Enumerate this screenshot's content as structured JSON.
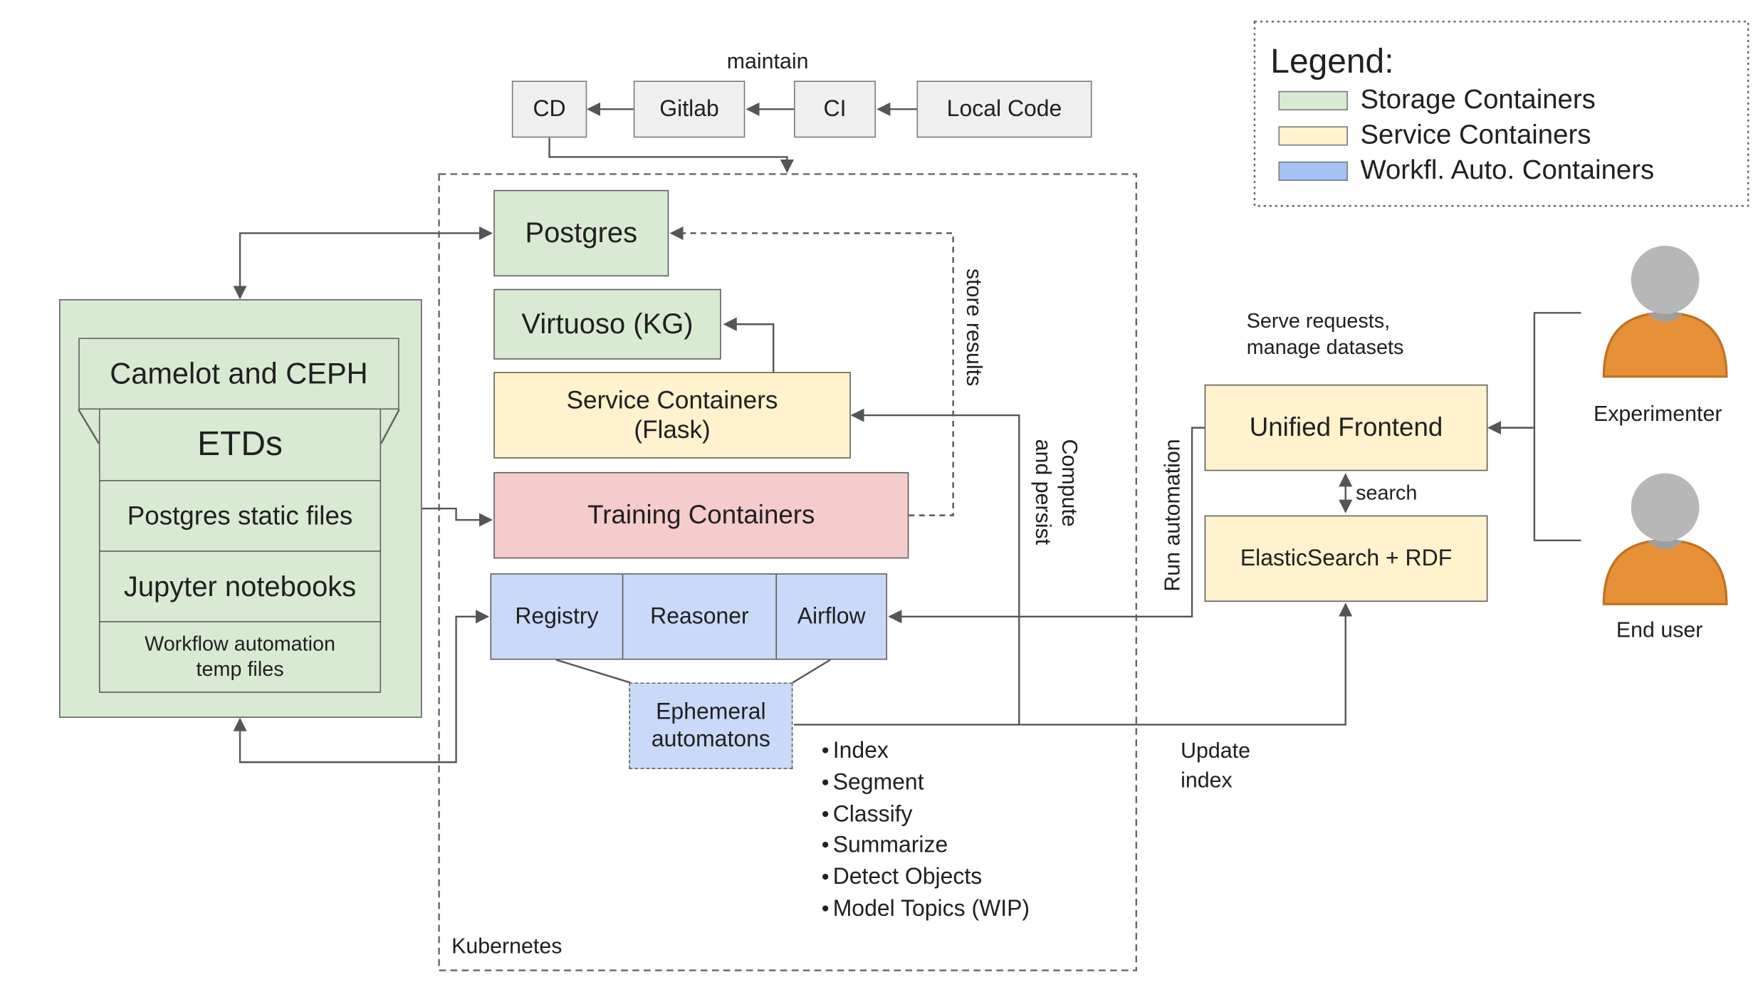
{
  "pipeline": {
    "cd": "CD",
    "gitlab": "Gitlab",
    "ci": "CI",
    "local_code": "Local Code",
    "maintain_label": "maintain"
  },
  "kubernetes": {
    "label": "Kubernetes",
    "postgres": "Postgres",
    "virtuoso": "Virtuoso (KG)",
    "service_line1": "Service Containers",
    "service_line2": "(Flask)",
    "training": "Training Containers",
    "registry": "Registry",
    "reasoner": "Reasoner",
    "airflow": "Airflow",
    "ephemeral_line1": "Ephemeral",
    "ephemeral_line2": "automatons",
    "tasks": [
      "Index",
      "Segment",
      "Classify",
      "Summarize",
      "Detect Objects",
      "Model Topics (WIP)"
    ],
    "store_results": "store results",
    "compute_line1": "Compute",
    "compute_line2": "and persist"
  },
  "storage": {
    "camelot": "Camelot and CEPH",
    "etds": "ETDs",
    "postgres_static": "Postgres static files",
    "jupyter": "Jupyter notebooks",
    "workflow_line1": "Workflow automation",
    "workflow_line2": "temp files"
  },
  "frontend": {
    "serve_line1": "Serve requests,",
    "serve_line2": "manage datasets",
    "unified": "Unified Frontend",
    "search": "search",
    "elastic": "ElasticSearch + RDF",
    "run_automation": "Run automation",
    "update_line1": "Update",
    "update_line2": "index"
  },
  "users": {
    "experimenter": "Experimenter",
    "end_user": "End user"
  },
  "legend": {
    "title": "Legend:",
    "items": [
      "Storage Containers",
      "Service Containers",
      "Workfl. Auto. Containers"
    ]
  },
  "colors": {
    "storage": "#d9ead3",
    "service": "#fff2cc",
    "training": "#f4cccc",
    "workflow": "#c9daf8",
    "pipeline": "#efefef",
    "person_head": "#b7b7b7",
    "person_body": "#e69138"
  }
}
